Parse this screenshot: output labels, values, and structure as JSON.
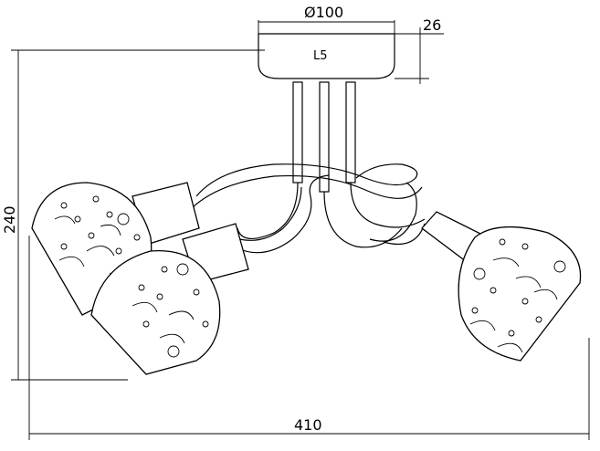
{
  "dimensions": {
    "diameter_label": "Ø100",
    "height_canopy_label": "26",
    "total_height_label": "240",
    "total_width_label": "410",
    "canopy_mark": "L5"
  },
  "colors": {
    "line": "#000000",
    "background": "#ffffff"
  }
}
